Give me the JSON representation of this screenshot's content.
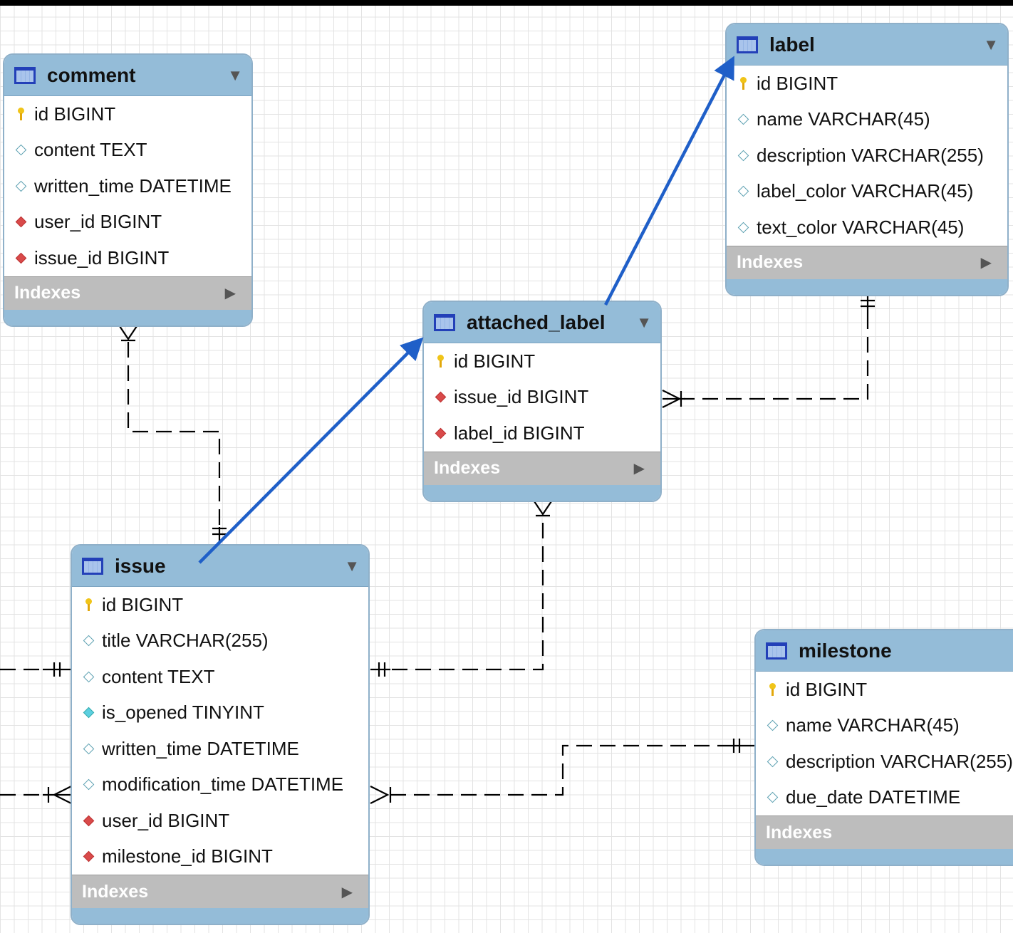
{
  "diagram": {
    "indexes_label": "Indexes",
    "entities": [
      {
        "id": "comment",
        "title": "comment",
        "fields": [
          {
            "name": "id BIGINT",
            "icon": "key"
          },
          {
            "name": "content TEXT",
            "icon": "diamond-plain"
          },
          {
            "name": "written_time DATETIME",
            "icon": "diamond-plain"
          },
          {
            "name": "user_id BIGINT",
            "icon": "diamond-fk"
          },
          {
            "name": "issue_id BIGINT",
            "icon": "diamond-fk"
          }
        ]
      },
      {
        "id": "label",
        "title": "label",
        "fields": [
          {
            "name": "id BIGINT",
            "icon": "key"
          },
          {
            "name": "name VARCHAR(45)",
            "icon": "diamond-plain"
          },
          {
            "name": "description VARCHAR(255)",
            "icon": "diamond-plain"
          },
          {
            "name": "label_color VARCHAR(45)",
            "icon": "diamond-plain"
          },
          {
            "name": "text_color VARCHAR(45)",
            "icon": "diamond-plain"
          }
        ]
      },
      {
        "id": "attached_label",
        "title": "attached_label",
        "fields": [
          {
            "name": "id BIGINT",
            "icon": "key"
          },
          {
            "name": "issue_id BIGINT",
            "icon": "diamond-fk"
          },
          {
            "name": "label_id BIGINT",
            "icon": "diamond-fk"
          }
        ]
      },
      {
        "id": "issue",
        "title": "issue",
        "fields": [
          {
            "name": "id BIGINT",
            "icon": "key"
          },
          {
            "name": "title VARCHAR(255)",
            "icon": "diamond-plain"
          },
          {
            "name": "content TEXT",
            "icon": "diamond-plain"
          },
          {
            "name": "is_opened TINYINT",
            "icon": "diamond-notnull"
          },
          {
            "name": "written_time DATETIME",
            "icon": "diamond-plain"
          },
          {
            "name": "modification_time DATETIME",
            "icon": "diamond-plain"
          },
          {
            "name": "user_id BIGINT",
            "icon": "diamond-fk"
          },
          {
            "name": "milestone_id BIGINT",
            "icon": "diamond-fk"
          }
        ]
      },
      {
        "id": "milestone",
        "title": "milestone",
        "fields": [
          {
            "name": "id BIGINT",
            "icon": "key"
          },
          {
            "name": "name VARCHAR(45)",
            "icon": "diamond-plain"
          },
          {
            "name": "description VARCHAR(255)",
            "icon": "diamond-plain"
          },
          {
            "name": "due_date DATETIME",
            "icon": "diamond-plain"
          }
        ]
      }
    ],
    "colors": {
      "header": "#94bcd8",
      "indexes_bar": "#bdbdbd",
      "connector": "#000000",
      "annotation_arrow": "#1f5fc8"
    }
  }
}
